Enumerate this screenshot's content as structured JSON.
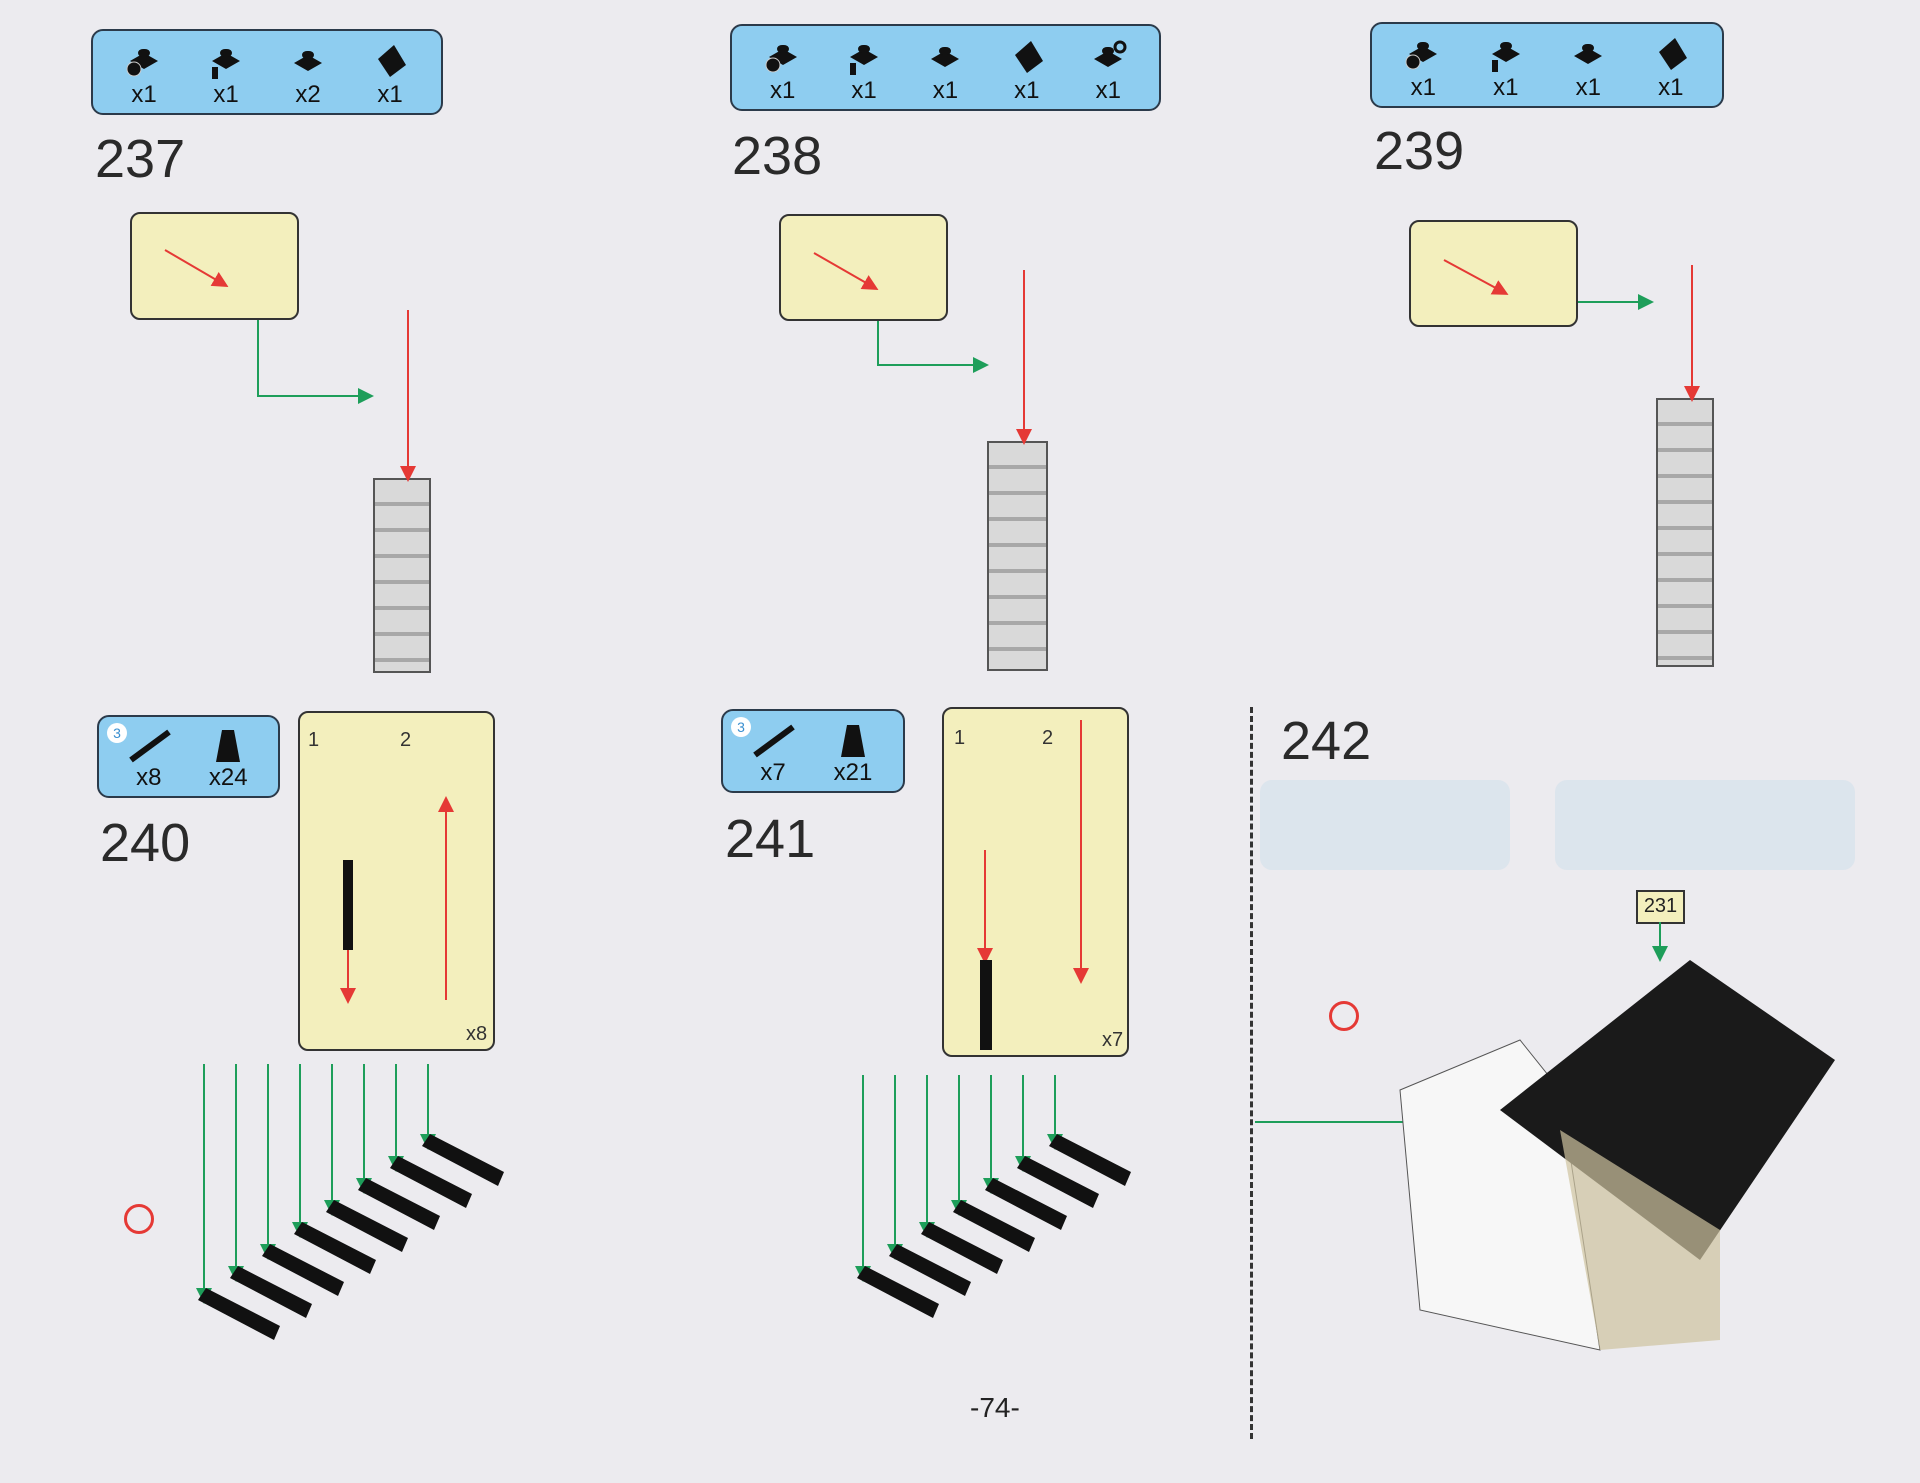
{
  "page_number": "-74-",
  "steps": [
    {
      "number": "237",
      "parts": [
        {
          "icon": "plate-with-clip-icon",
          "qty": "x1"
        },
        {
          "icon": "plate-with-bar-icon",
          "qty": "x1"
        },
        {
          "icon": "plate-1x1-icon",
          "qty": "x2"
        },
        {
          "icon": "slope-brick-icon",
          "qty": "x1"
        }
      ]
    },
    {
      "number": "238",
      "parts": [
        {
          "icon": "plate-with-clip-icon",
          "qty": "x1"
        },
        {
          "icon": "plate-with-bar-icon",
          "qty": "x1"
        },
        {
          "icon": "plate-1x1-icon",
          "qty": "x1"
        },
        {
          "icon": "slope-brick-icon",
          "qty": "x1"
        },
        {
          "icon": "plate-with-hook-icon",
          "qty": "x1"
        }
      ]
    },
    {
      "number": "239",
      "parts": [
        {
          "icon": "plate-with-clip-icon",
          "qty": "x1"
        },
        {
          "icon": "plate-with-bar-icon",
          "qty": "x1"
        },
        {
          "icon": "plate-1x1-icon",
          "qty": "x1"
        },
        {
          "icon": "slope-brick-icon",
          "qty": "x1"
        }
      ]
    },
    {
      "number": "240",
      "bar_length": "3",
      "parts": [
        {
          "icon": "bar-icon",
          "qty": "x8"
        },
        {
          "icon": "cone-icon",
          "qty": "x24"
        }
      ],
      "callout": {
        "sub1": "1",
        "sub2": "2",
        "repeat": "x8"
      }
    },
    {
      "number": "241",
      "bar_length": "3",
      "parts": [
        {
          "icon": "bar-icon",
          "qty": "x7"
        },
        {
          "icon": "cone-icon",
          "qty": "x21"
        }
      ],
      "callout": {
        "sub1": "1",
        "sub2": "2",
        "repeat": "x7"
      }
    },
    {
      "number": "242",
      "ref_tag": "231"
    }
  ]
}
